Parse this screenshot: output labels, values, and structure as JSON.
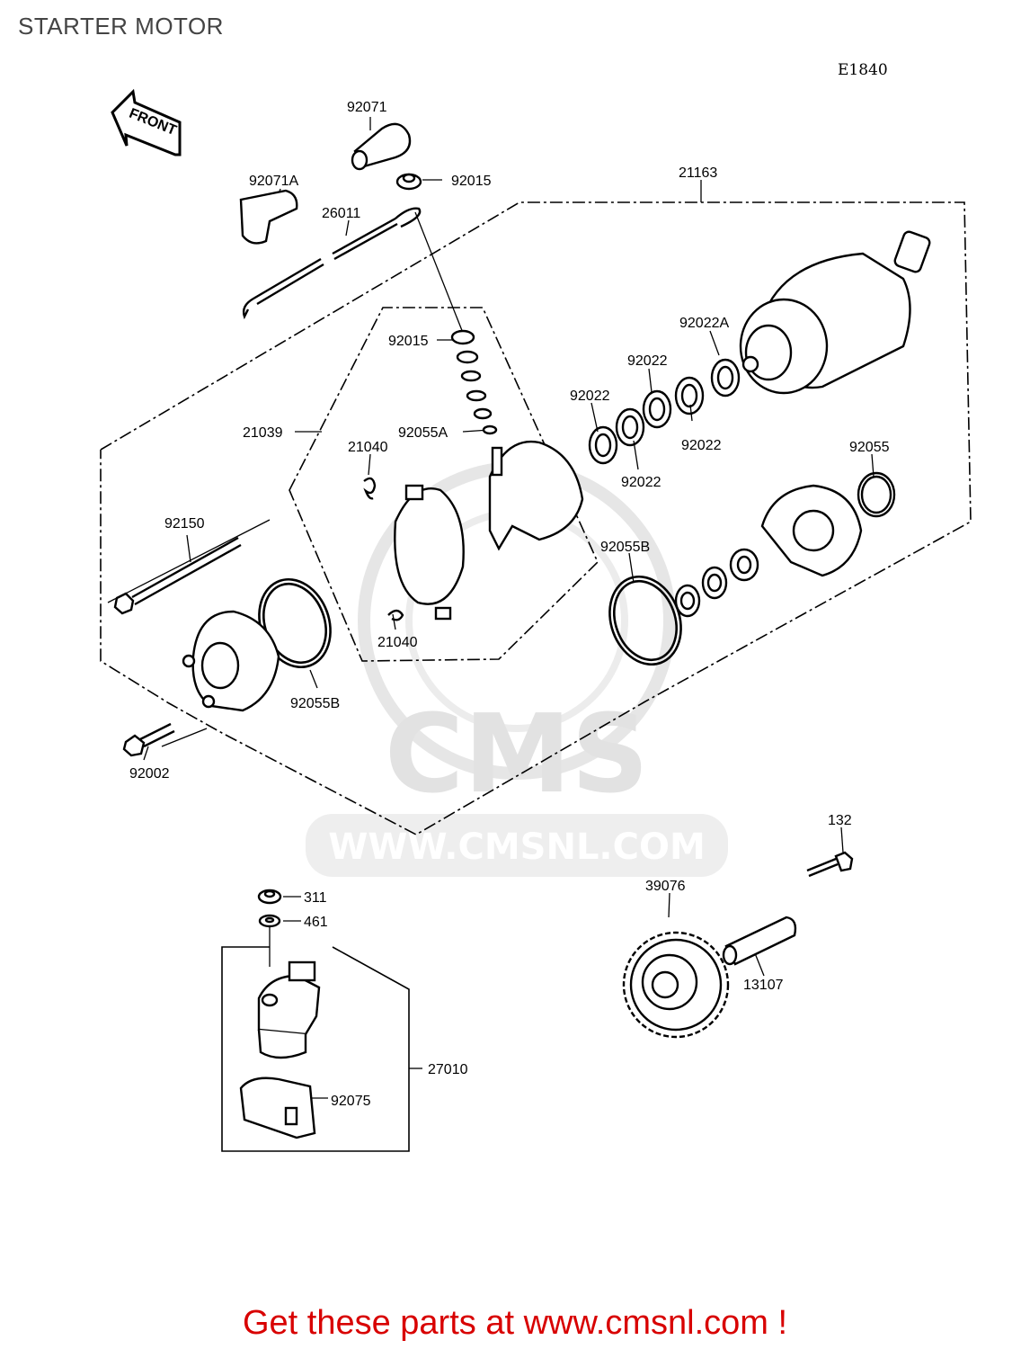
{
  "header": {
    "title": "STARTER MOTOR",
    "ref_code": "E1840"
  },
  "front_arrow": {
    "label": "FRONT"
  },
  "watermark": {
    "logo_text": "CMS",
    "url": "WWW.CMSNL.COM"
  },
  "parts": {
    "p92071": "92071",
    "p92071A": "92071A",
    "p92015_top": "92015",
    "p21163": "21163",
    "p26011": "26011",
    "p92015_mid": "92015",
    "p92022A": "92022A",
    "p92022_a": "92022",
    "p92022_b": "92022",
    "p92022_c": "92022",
    "p92022_d": "92022",
    "p21039": "21039",
    "p21040_top": "21040",
    "p92055A": "92055A",
    "p92055": "92055",
    "p92150": "92150",
    "p92055B_right": "92055B",
    "p21040_bot": "21040",
    "p92055B_left": "92055B",
    "p92002": "92002",
    "p132": "132",
    "p311": "311",
    "p39076": "39076",
    "p461": "461",
    "p13107": "13107",
    "p27010": "27010",
    "p92075": "92075"
  },
  "footer": {
    "cta": "Get these parts at www.cmsnl.com !"
  }
}
